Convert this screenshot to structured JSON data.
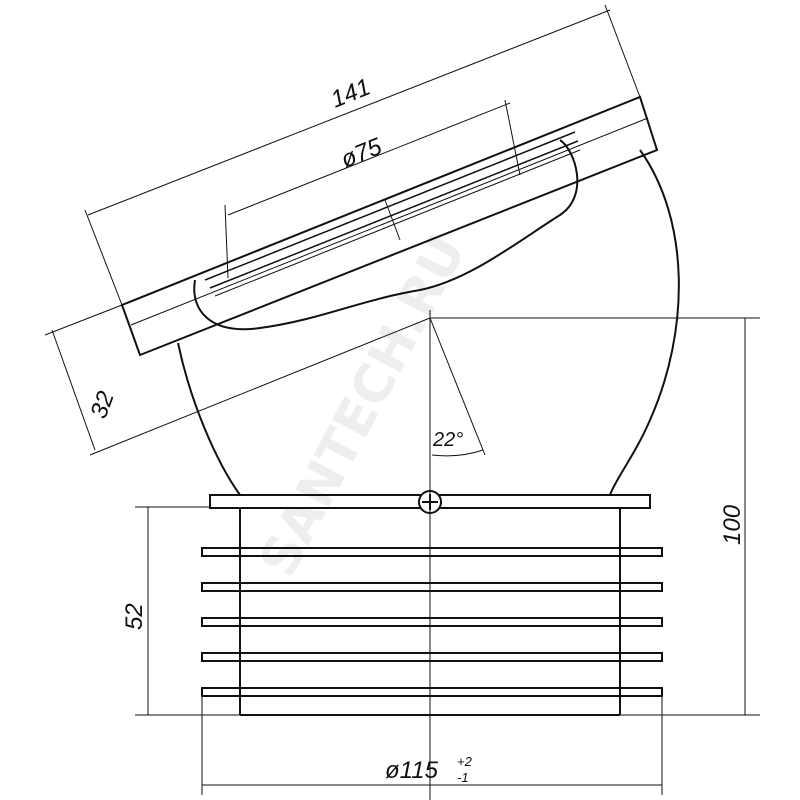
{
  "drawing": {
    "dimensions": {
      "overall_length": "141",
      "flange_diameter": "ø75",
      "flange_thickness": "32",
      "angle": "22°",
      "height": "100",
      "base_height": "52",
      "base_diameter": "ø115",
      "tolerance_upper": "+2",
      "tolerance_lower": "-1"
    },
    "watermark": "SANTECH.RU",
    "colors": {
      "line": "#111111",
      "watermark": "#eeeeee"
    }
  }
}
